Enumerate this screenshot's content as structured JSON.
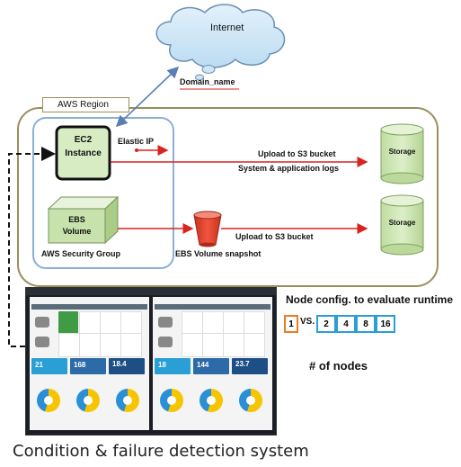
{
  "diagram": {
    "internet_label": "Internet",
    "domain_label": "Domain_name",
    "region_label": "AWS Region",
    "ec2_label_line1": "EC2",
    "ec2_label_line2": "Instance",
    "elastic_ip_label": "Elastic IP",
    "s3_logs_line1": "Upload to S3 bucket",
    "s3_logs_line2": "System & application logs",
    "storage_label_1": "Storage",
    "ebs_label_line1": "EBS",
    "ebs_label_line2": "Volume",
    "security_group_label": "AWS Security Group",
    "snapshot_label": "EBS Volume snapshot",
    "s3_snapshot_label": "Upload to S3 bucket",
    "storage_label_2": "Storage"
  },
  "runtime": {
    "title": "Node config. to evaluate runtime",
    "baseline_node": "1",
    "vs_label": "VS.",
    "node_options": [
      "2",
      "4",
      "8",
      "16"
    ],
    "nodes_label": "# of nodes"
  },
  "dashboard": {
    "left_panel": {
      "metrics": [
        "21",
        "168",
        "18.4"
      ]
    },
    "right_panel": {
      "metrics": [
        "18",
        "144",
        "23.7"
      ]
    }
  },
  "caption": "Condition & failure detection system",
  "colors": {
    "region_border": "#9a8f5a",
    "security_group_border": "#8ab0d6",
    "ec2_fill": "#d8ecc4",
    "storage_fill": "#d0e6b6",
    "arrow_red": "#d9231e",
    "link_blue": "#5a7fb6",
    "node_border_blue": "#2a9fd6",
    "node_border_orange": "#f07a22",
    "bucket_red": "#e8432e"
  }
}
